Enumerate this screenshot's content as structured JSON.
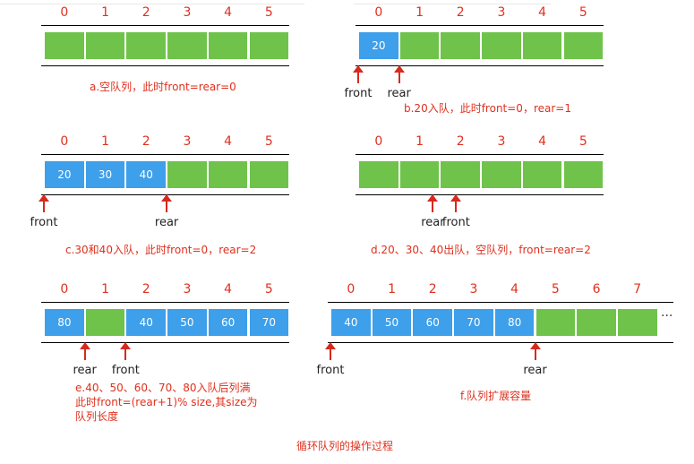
{
  "queue_a": {
    "indices": [
      "0",
      "1",
      "2",
      "3",
      "4",
      "5"
    ],
    "cells": [
      {
        "value": "",
        "state": "empty"
      },
      {
        "value": "",
        "state": "empty"
      },
      {
        "value": "",
        "state": "empty"
      },
      {
        "value": "",
        "state": "empty"
      },
      {
        "value": "",
        "state": "empty"
      },
      {
        "value": "",
        "state": "empty"
      }
    ],
    "caption": "a.空队列，此时front=rear=0"
  },
  "queue_b": {
    "indices": [
      "0",
      "1",
      "2",
      "3",
      "4",
      "5"
    ],
    "cells": [
      {
        "value": "20",
        "state": "filled"
      },
      {
        "value": "",
        "state": "empty"
      },
      {
        "value": "",
        "state": "empty"
      },
      {
        "value": "",
        "state": "empty"
      },
      {
        "value": "",
        "state": "empty"
      },
      {
        "value": "",
        "state": "empty"
      }
    ],
    "pointers": [
      {
        "label": "front",
        "slot": 0
      },
      {
        "label": "rear",
        "slot": 1
      }
    ],
    "caption": "b.20入队，此时front=0，rear=1"
  },
  "queue_c": {
    "indices": [
      "0",
      "1",
      "2",
      "3",
      "4",
      "5"
    ],
    "cells": [
      {
        "value": "20",
        "state": "filled"
      },
      {
        "value": "30",
        "state": "filled"
      },
      {
        "value": "40",
        "state": "filled"
      },
      {
        "value": "",
        "state": "empty"
      },
      {
        "value": "",
        "state": "empty"
      },
      {
        "value": "",
        "state": "empty"
      }
    ],
    "pointers": [
      {
        "label": "front",
        "slot": 0
      },
      {
        "label": "rear",
        "slot": 3
      }
    ],
    "caption": "c.30和40入队，此时front=0，rear=2"
  },
  "queue_d": {
    "indices": [
      "0",
      "1",
      "2",
      "3",
      "4",
      "5"
    ],
    "cells": [
      {
        "value": "",
        "state": "empty"
      },
      {
        "value": "",
        "state": "empty"
      },
      {
        "value": "",
        "state": "empty"
      },
      {
        "value": "",
        "state": "empty"
      },
      {
        "value": "",
        "state": "empty"
      },
      {
        "value": "",
        "state": "empty"
      }
    ],
    "pointers": [
      {
        "label": "rear",
        "slot": 2,
        "shift": "left"
      },
      {
        "label": "front",
        "slot": 2,
        "shift": "right"
      }
    ],
    "caption": "d.20、30、40出队，空队列，front=rear=2"
  },
  "queue_e": {
    "indices": [
      "0",
      "1",
      "2",
      "3",
      "4",
      "5"
    ],
    "cells": [
      {
        "value": "80",
        "state": "filled"
      },
      {
        "value": "",
        "state": "empty"
      },
      {
        "value": "40",
        "state": "filled"
      },
      {
        "value": "50",
        "state": "filled"
      },
      {
        "value": "60",
        "state": "filled"
      },
      {
        "value": "70",
        "state": "filled"
      }
    ],
    "pointers": [
      {
        "label": "rear",
        "slot": 1
      },
      {
        "label": "front",
        "slot": 2
      }
    ],
    "caption_lines": [
      "e.40、50、60、70、80入队后列满",
      "此时front=(rear+1)% size,其size为",
      "队列长度"
    ]
  },
  "queue_f": {
    "indices": [
      "0",
      "1",
      "2",
      "3",
      "4",
      "5",
      "6",
      "7"
    ],
    "cells": [
      {
        "value": "40",
        "state": "filled"
      },
      {
        "value": "50",
        "state": "filled"
      },
      {
        "value": "60",
        "state": "filled"
      },
      {
        "value": "70",
        "state": "filled"
      },
      {
        "value": "80",
        "state": "filled"
      },
      {
        "value": "",
        "state": "empty"
      },
      {
        "value": "",
        "state": "empty"
      },
      {
        "value": "",
        "state": "empty"
      }
    ],
    "ellipsis": "···",
    "pointers": [
      {
        "label": "front",
        "slot": 0
      },
      {
        "label": "rear",
        "slot": 5
      }
    ],
    "caption": "f.队列扩展容量"
  },
  "title": "循环队列的操作过程",
  "colors": {
    "filled": "#3e9fea",
    "empty": "#6fc34a",
    "text_red": "#e0301e",
    "arrow": "#d62a1e"
  }
}
